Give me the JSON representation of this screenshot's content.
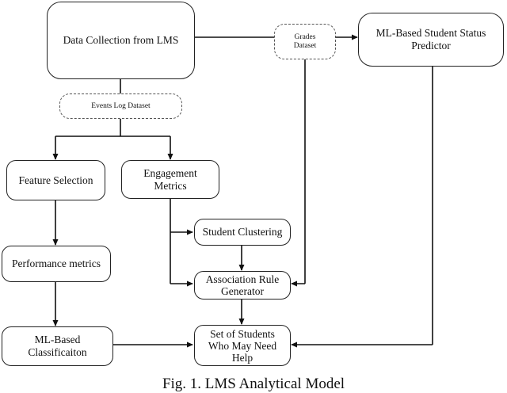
{
  "nodes": {
    "data_collection": "Data Collection from LMS",
    "grades_dataset": "Grades Dataset",
    "ml_status_predictor": "ML-Based Student Status Predictor",
    "events_log_dataset": "Events Log Dataset",
    "feature_selection": "Feature Selection",
    "engagement_metrics": "Engagement Metrics",
    "student_clustering": "Student Clustering",
    "performance_metrics": "Performance metrics",
    "association_rule_generator": "Association Rule Generator",
    "ml_classification": "ML-Based Classificaiton",
    "set_of_students": "Set of Students Who May Need Help"
  },
  "caption": "Fig. 1. LMS Analytical Model"
}
